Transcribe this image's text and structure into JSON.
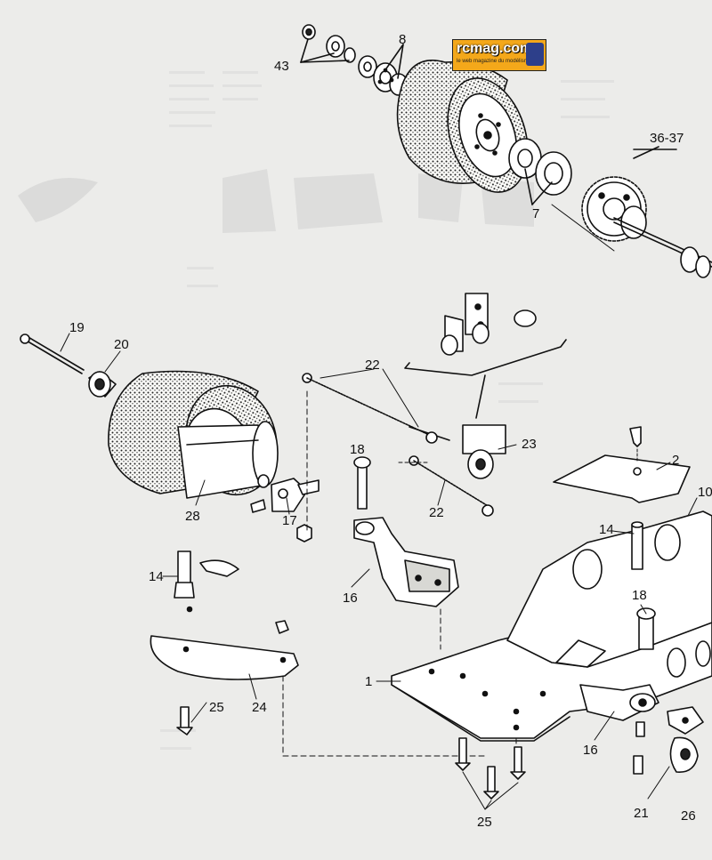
{
  "watermark": {
    "site": "rcmag.com",
    "tagline": "le web magazine du modélisme"
  },
  "part_numbers": [
    "43",
    "8",
    "36-37",
    "7",
    "19",
    "20",
    "22",
    "18",
    "23",
    "28",
    "17",
    "2",
    "10",
    "14",
    "16",
    "14",
    "1",
    "24",
    "25",
    "18",
    "16",
    "21",
    "26",
    "25",
    "22"
  ],
  "colors": {
    "paper": "#ececea",
    "ink": "#111111",
    "badge": "#f4a81a"
  }
}
